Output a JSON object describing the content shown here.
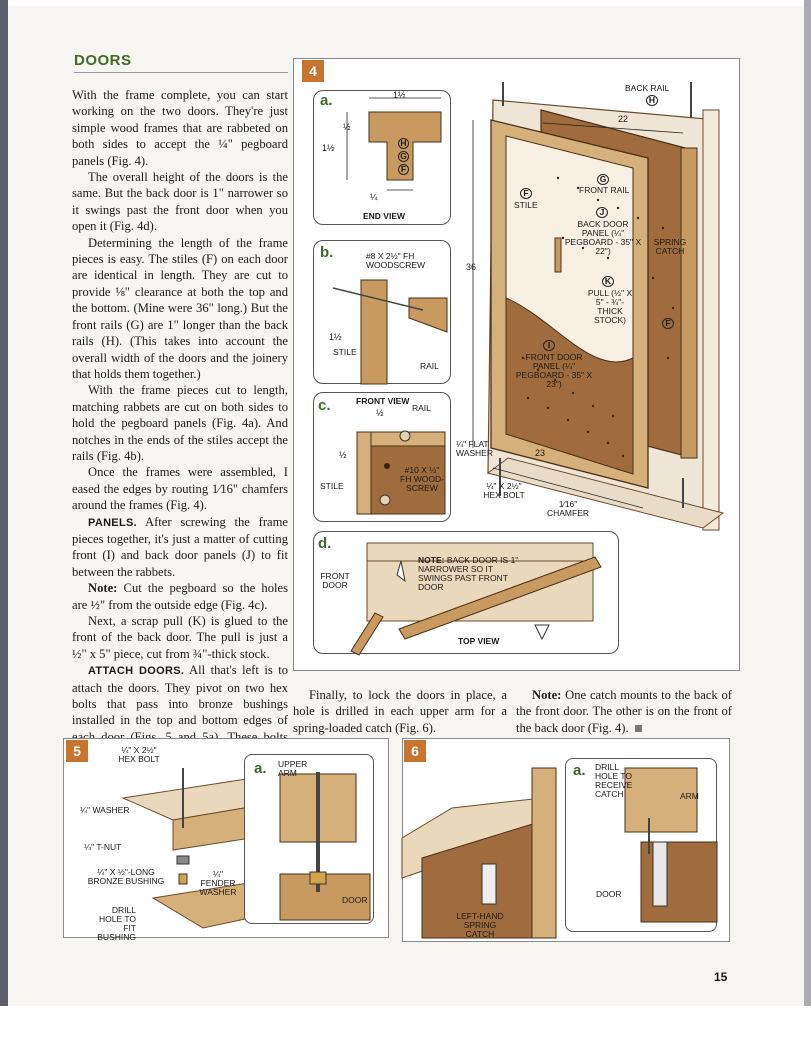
{
  "section_title": "DOORS",
  "paragraphs": {
    "p1": "With the frame complete, you can start working on the two doors. They're just simple wood frames that are rabbeted on both sides to accept the ¼\" pegboard panels (Fig. 4).",
    "p2": "The overall height of the doors is the same. But the back door is 1\" narrower so it swings past the front door when you open it (Fig. 4d).",
    "p3": "Determining the length of the frame pieces is easy. The stiles (F) on each door are identical in length. They are cut to provide ⅛\" clearance at both the top and the bottom. (Mine were 36\" long.) But the front rails (G) are 1\" longer than the back rails (H). (This takes into account the overall width of the doors and the joinery that holds them together.)",
    "p4": "With the frame pieces cut to length, matching rabbets are cut on both sides to hold the pegboard panels (Fig. 4a). And notches in the ends of the stiles accept the rails (Fig. 4b).",
    "p5": "Once the frames were assembled, I eased the edges by routing 1⁄16\" chamfers around the frames (Fig. 4).",
    "p6_lead": "PANELS.",
    "p6": " After screwing the frame pieces together, it's just a matter of cutting front (I) and back door panels (J) to fit between the rabbets.",
    "p7_lead": "Note:",
    "p7": " Cut the pegboard so the holes are ½\" from the outside edge (Fig. 4c).",
    "p8": "Next, a scrap pull (K) is glued to the front of the back door. The pull is just a ½\" x 5\" piece, cut from ¾\"-thick stock.",
    "p9_lead": "ATTACH DOORS.",
    "p9": " All that's left is to attach the doors. They pivot on two hex bolts that pass into bronze bushings installed in the top and bottom edges of each door (Figs. 5 and 5a). These bolts pass through holes in the arms (drilled earlier) and thread into T-nuts in the inside faces of the arms.",
    "p10": "Finally, to lock the doors in place, a hole is drilled in each upper arm for a spring-loaded catch (Fig. 6).",
    "p11_lead": "Note:",
    "p11": " One catch mounts to the back of the front door. The other is on the front of the back door (Fig. 4)."
  },
  "fig4": {
    "number": "4",
    "a": {
      "letter": "a.",
      "dim_top": "1½",
      "dim_half": "½",
      "dim_side": "1½",
      "dim_bottom": "¼",
      "parts": [
        "H",
        "G",
        "F"
      ],
      "caption": "END VIEW"
    },
    "b": {
      "letter": "b.",
      "screw": "#8 x 2½\" Fh WOODSCREW",
      "dim": "1½",
      "stile": "STILE",
      "rail": "RAIL"
    },
    "c": {
      "letter": "c.",
      "title": "FRONT VIEW",
      "dim1": "½",
      "dim2": "½",
      "rail": "RAIL",
      "stile": "STILE",
      "screw": "#10 x ½\" Fh WOOD-SCREW"
    },
    "d": {
      "letter": "d.",
      "front_door": "FRONT DOOR",
      "note_lead": "NOTE:",
      "note": " BACK DOOR IS 1\" NARROWER SO IT SWINGS PAST FRONT DOOR",
      "caption": "TOP VIEW"
    },
    "main": {
      "back_rail": "BACK RAIL",
      "back_rail_part": "H",
      "dim_22": "22",
      "front_rail": "FRONT RAIL",
      "front_rail_part": "G",
      "stile": "STILE",
      "stile_part": "F",
      "back_panel_part": "J",
      "back_panel": "BACK DOOR PANEL (¼\" PEGBOARD - 35\" x 22\")",
      "spring_catch": "SPRING CATCH",
      "dim_36": "36",
      "pull_part": "K",
      "pull": "PULL (½\" x 5\" - ¾\"-THICK STOCK)",
      "stile_part2": "F",
      "front_panel_part": "I",
      "front_panel": "FRONT DOOR PANEL (¼\" PEGBOARD - 35\" x 23\")",
      "washer": "¼\" FLAT WASHER",
      "dim_23": "23",
      "hex_bolt": "¼\" x 2½\" HEX BOLT",
      "chamfer": "1⁄16\" CHAMFER"
    }
  },
  "fig5": {
    "number": "5",
    "hex_bolt": "¼\" x 2½\" HEX BOLT",
    "washer": "¼\" WASHER",
    "t_nut": "¼\" T-NUT",
    "bushing": "¼\" x ½\"-LONG BRONZE BUSHING",
    "fender_washer": "¼\" FENDER WASHER",
    "drill": "DRILL HOLE TO FIT BUSHING",
    "a_letter": "a.",
    "upper_arm": "UPPER ARM",
    "door": "DOOR"
  },
  "fig6": {
    "number": "6",
    "catch": "LEFT-HAND SPRING CATCH",
    "a_letter": "a.",
    "drill": "DRILL HOLE TO RECEIVE CATCH",
    "arm": "ARM",
    "door": "DOOR"
  },
  "page_number": "15",
  "colors": {
    "heading": "#3f6b25",
    "badge": "#c8742e",
    "wood": "#c79a62",
    "pegboard": "#9a6a3c"
  }
}
